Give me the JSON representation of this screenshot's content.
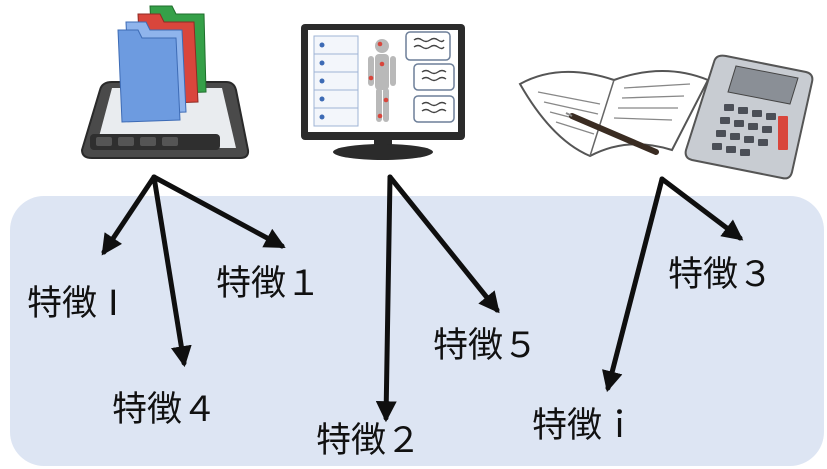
{
  "colors": {
    "panel": "#dde5f3",
    "arrow": "#0f0f0f",
    "folder_blue": "#6d9be0",
    "folder_red": "#d9463c",
    "folder_green": "#35a048",
    "device_dark": "#3a3a3a",
    "monitor_screen": "#ffffff",
    "monitor_frame": "#2b2b2b",
    "figure_marker": "#d8463c",
    "calculator_body": "#c8ccd2",
    "calculator_display": "#8a8f96"
  },
  "icons": [
    "folders-tablet-icon",
    "medical-monitor-icon",
    "notebook-calculator-icon"
  ],
  "features": {
    "f_I": "特徴 I",
    "f_1": "特徴１",
    "f_4": "特徴４",
    "f_5": "特徴５",
    "f_2": "特徴２",
    "f_3": "特徴３",
    "f_i": "特徴ｉ"
  }
}
